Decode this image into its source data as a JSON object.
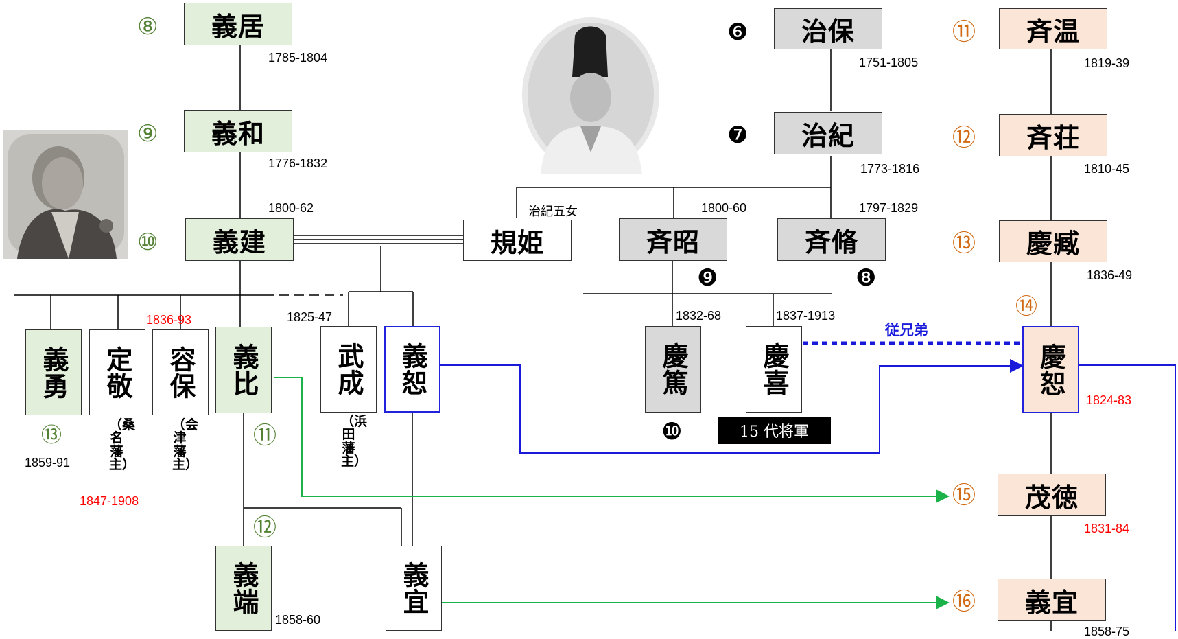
{
  "columns": {
    "owari": {
      "lords": [
        {
          "num": "⑧",
          "name": "義居",
          "years": "1785-1804"
        },
        {
          "num": "⑨",
          "name": "義和",
          "years": "1776-1832"
        },
        {
          "num": "⑩",
          "name": "義建",
          "years": "1800-62"
        }
      ]
    },
    "hitotsubashi": {
      "lords": [
        {
          "num": "❻",
          "name": "治保",
          "years": "1751-1805"
        },
        {
          "num": "❼",
          "name": "治紀",
          "years": "1773-1816"
        }
      ],
      "daughter": {
        "name": "規姫",
        "note": "治紀五女"
      },
      "nariaki": {
        "name": "斉昭",
        "years": "1800-60",
        "num": "❾"
      },
      "narinobu": {
        "name": "斉脩",
        "years": "1797-1829",
        "num": "❽"
      },
      "yoshiatsu": {
        "name": "慶篤",
        "years": "1832-68",
        "num": "❿"
      },
      "yoshinobu": {
        "name": "慶喜",
        "years": "1837-1913",
        "label": "15 代将軍"
      }
    },
    "owari_main": {
      "lords": [
        {
          "num": "⑪",
          "name": "斉温",
          "years": "1819-39"
        },
        {
          "num": "⑫",
          "name": "斉荘",
          "years": "1810-45"
        },
        {
          "num": "⑬",
          "name": "慶臧",
          "years": "1836-49"
        },
        {
          "num": "⑭",
          "name": "慶恕",
          "years": "1824-83"
        },
        {
          "num": "⑮",
          "name": "茂徳",
          "years": "1831-84"
        },
        {
          "num": "⑯",
          "name": "義宜",
          "years": "1858-75"
        }
      ],
      "cousin_label": "従兄弟"
    }
  },
  "children": {
    "yoshitake": {
      "name": "義勇",
      "num": "⑬",
      "years": "1859-91"
    },
    "sadaaki": {
      "name": "定敬",
      "note": "（桑名藩主）",
      "years": "1847-1908"
    },
    "katamori": {
      "name": "容保",
      "note": "（会津藩主）",
      "years": "1836-93"
    },
    "yoshihiro": {
      "name": "義比",
      "num": "⑪"
    },
    "takenari": {
      "name": "武成",
      "note": "（浜田藩主）",
      "years": "1825-47"
    },
    "yoshihiko": {
      "name": "義恕"
    },
    "yoshimasa": {
      "name": "義端",
      "num": "⑫",
      "years": "1858-60"
    },
    "yoshinori": {
      "name": "義宜"
    }
  },
  "colors": {
    "green_box": "#e2efda",
    "gray_box": "#d9d9d9",
    "peach_box": "#fbe5d6",
    "blue_line": "#1a1adb",
    "green_arrow": "#1bb24a",
    "red_text": "#ff0000",
    "green_num": "#548235",
    "orange_num": "#d06a14"
  }
}
